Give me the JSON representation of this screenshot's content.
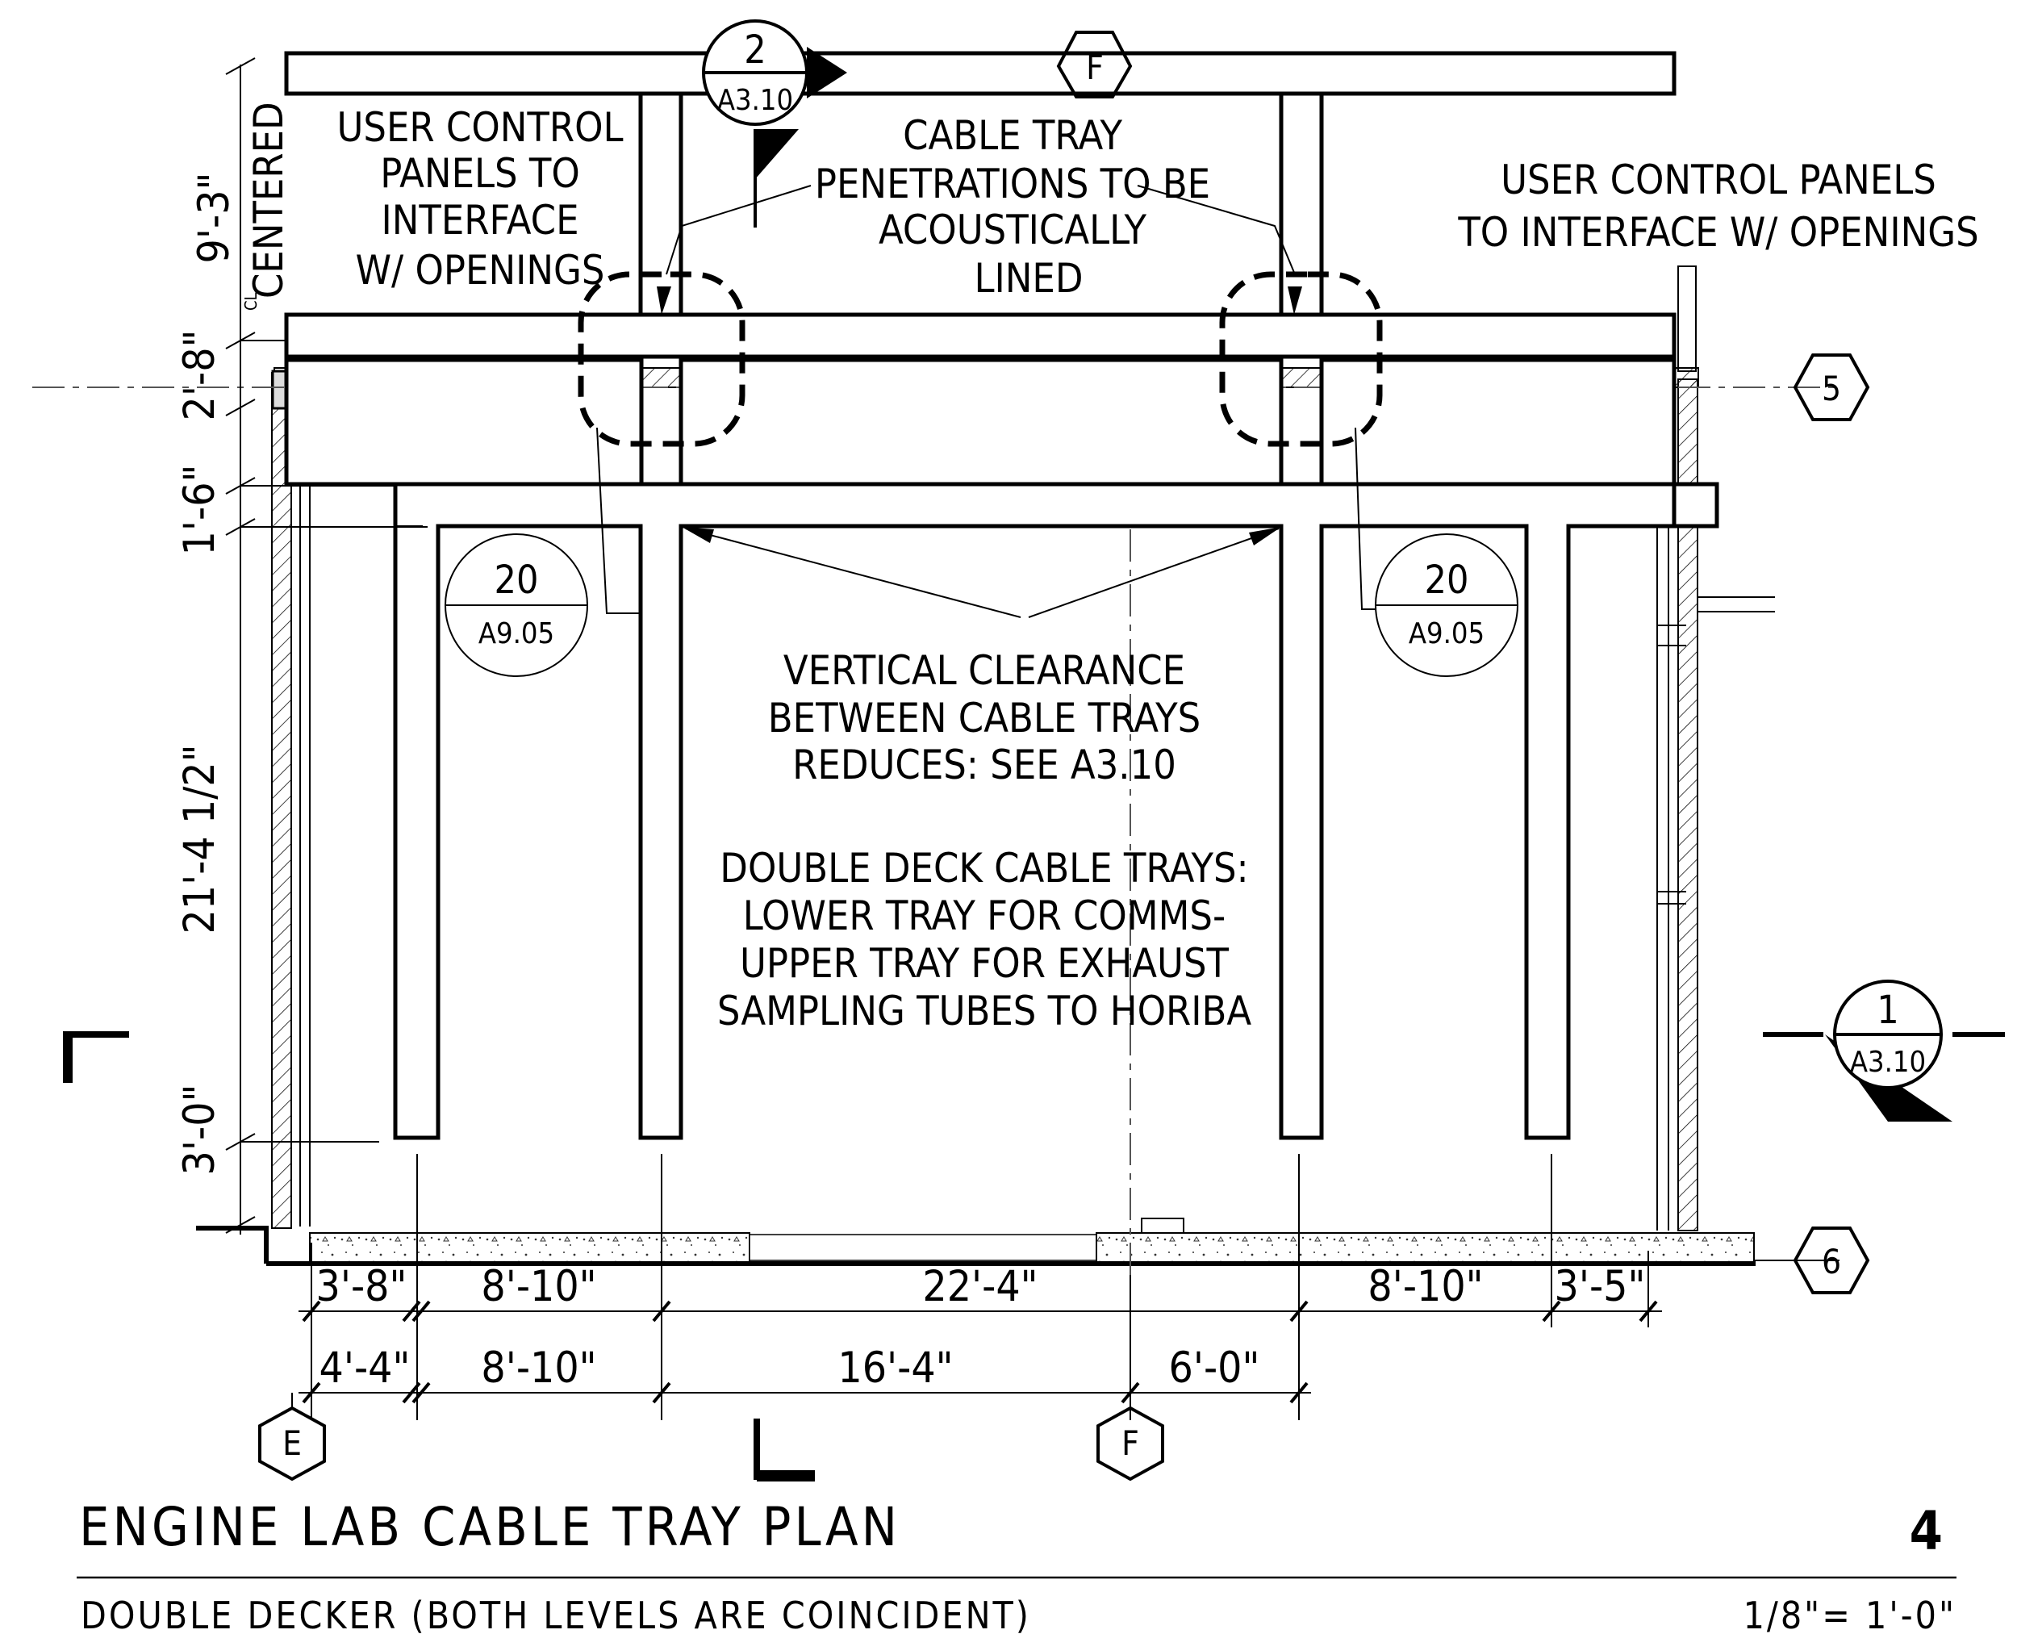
{
  "drawing": {
    "title": "ENGINE LAB CABLE TRAY PLAN",
    "subtitle": "DOUBLE DECKER (BOTH LEVELS ARE COINCIDENT)",
    "sheet_number": "4",
    "scale": "1/8\"= 1'-0\""
  },
  "notes": {
    "left_panels": [
      "USER CONTROL",
      "PANELS TO",
      "INTERFACE",
      "W/ OPENINGS"
    ],
    "penetrations": [
      "CABLE TRAY",
      "PENETRATIONS TO BE",
      "ACOUSTICALLY",
      "LINED"
    ],
    "right_panels": [
      "USER CONTROL PANELS",
      "TO INTERFACE W/ OPENINGS"
    ],
    "clearance": [
      "VERTICAL CLEARANCE",
      "BETWEEN CABLE TRAYS",
      "REDUCES: SEE A3.10"
    ],
    "double_deck": [
      "DOUBLE DECK CABLE TRAYS:",
      "LOWER TRAY FOR COMMS-",
      "UPPER TRAY FOR EXHAUST",
      "SAMPLING TUBES TO HORIBA"
    ],
    "centered": "CENTERED",
    "cl_mark": "CL"
  },
  "grid_bubbles": {
    "top_f": "F",
    "bottom_e": "E",
    "bottom_f": "F",
    "right_5": "5",
    "right_6": "6"
  },
  "section_markers": {
    "top": {
      "number": "2",
      "sheet": "A3.10"
    },
    "right": {
      "number": "1",
      "sheet": "A3.10"
    }
  },
  "detail_bubbles": {
    "left": {
      "number": "20",
      "sheet": "A9.05"
    },
    "right": {
      "number": "20",
      "sheet": "A9.05"
    }
  },
  "dimensions": {
    "vertical": [
      "9'-3\"",
      "2'-8\"",
      "1'-6\"",
      "21'-4 1/2\"",
      "3'-0\""
    ],
    "row1": [
      "3'-8\"",
      "8'-10\"",
      "22'-4\"",
      "8'-10\"",
      "3'-5\""
    ],
    "row2": [
      "4'-4\"",
      "8'-10\"",
      "16'-4\"",
      "6'-0\""
    ]
  }
}
